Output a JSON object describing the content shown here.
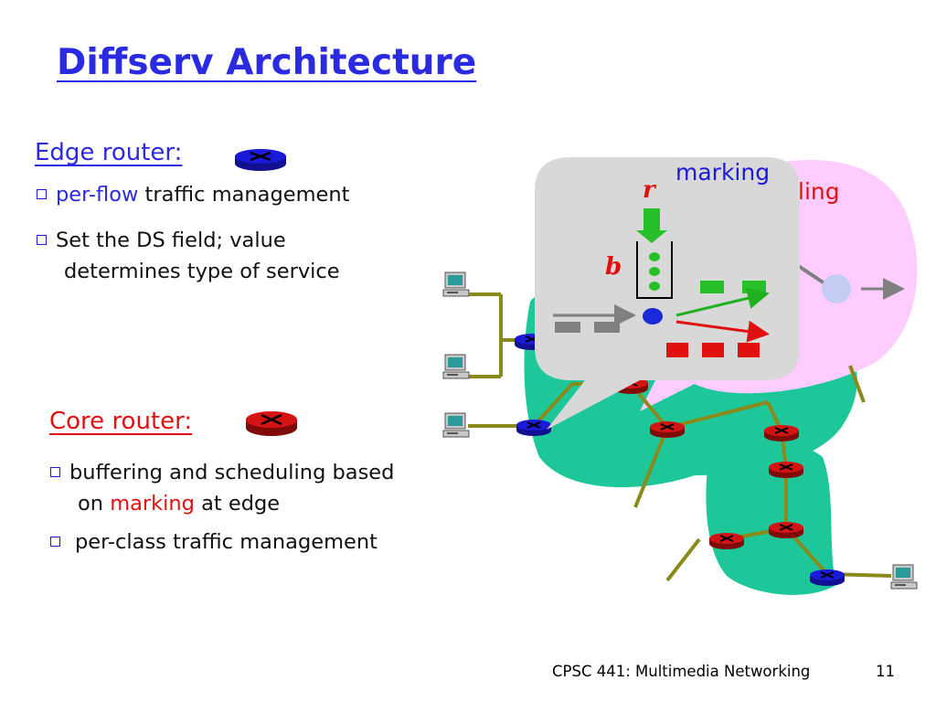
{
  "slide": {
    "title": "Diffserv Architecture",
    "edge": {
      "heading": "Edge router:",
      "bullet1": {
        "highlight": "per-flow",
        "rest": " traffic management"
      },
      "bullet2": {
        "line1": "Set the DS field; value",
        "line2": "determines type of service"
      }
    },
    "core": {
      "heading": "Core router:",
      "bullet1": {
        "line1": "buffering and scheduling based",
        "line2_pre": "on ",
        "line2_highlight": "marking",
        "line2_post": " at edge"
      },
      "bullet2": "per-class traffic management"
    },
    "diagram": {
      "marking_label": "marking",
      "scheduling_label": "ling",
      "r_label": "r",
      "b_label": "b"
    },
    "footer": {
      "course": "CPSC 441: Multimedia Networking",
      "page": "11"
    }
  },
  "colors": {
    "title": "#2a2ae0",
    "core_heading": "#e01010",
    "cloud": "#1ec79a",
    "edge_router": "#1a1ad8",
    "core_router": "#d41414",
    "link": "#8a8a1a",
    "callout": "#d8d8d8",
    "pink_callout": "#ffccff"
  }
}
